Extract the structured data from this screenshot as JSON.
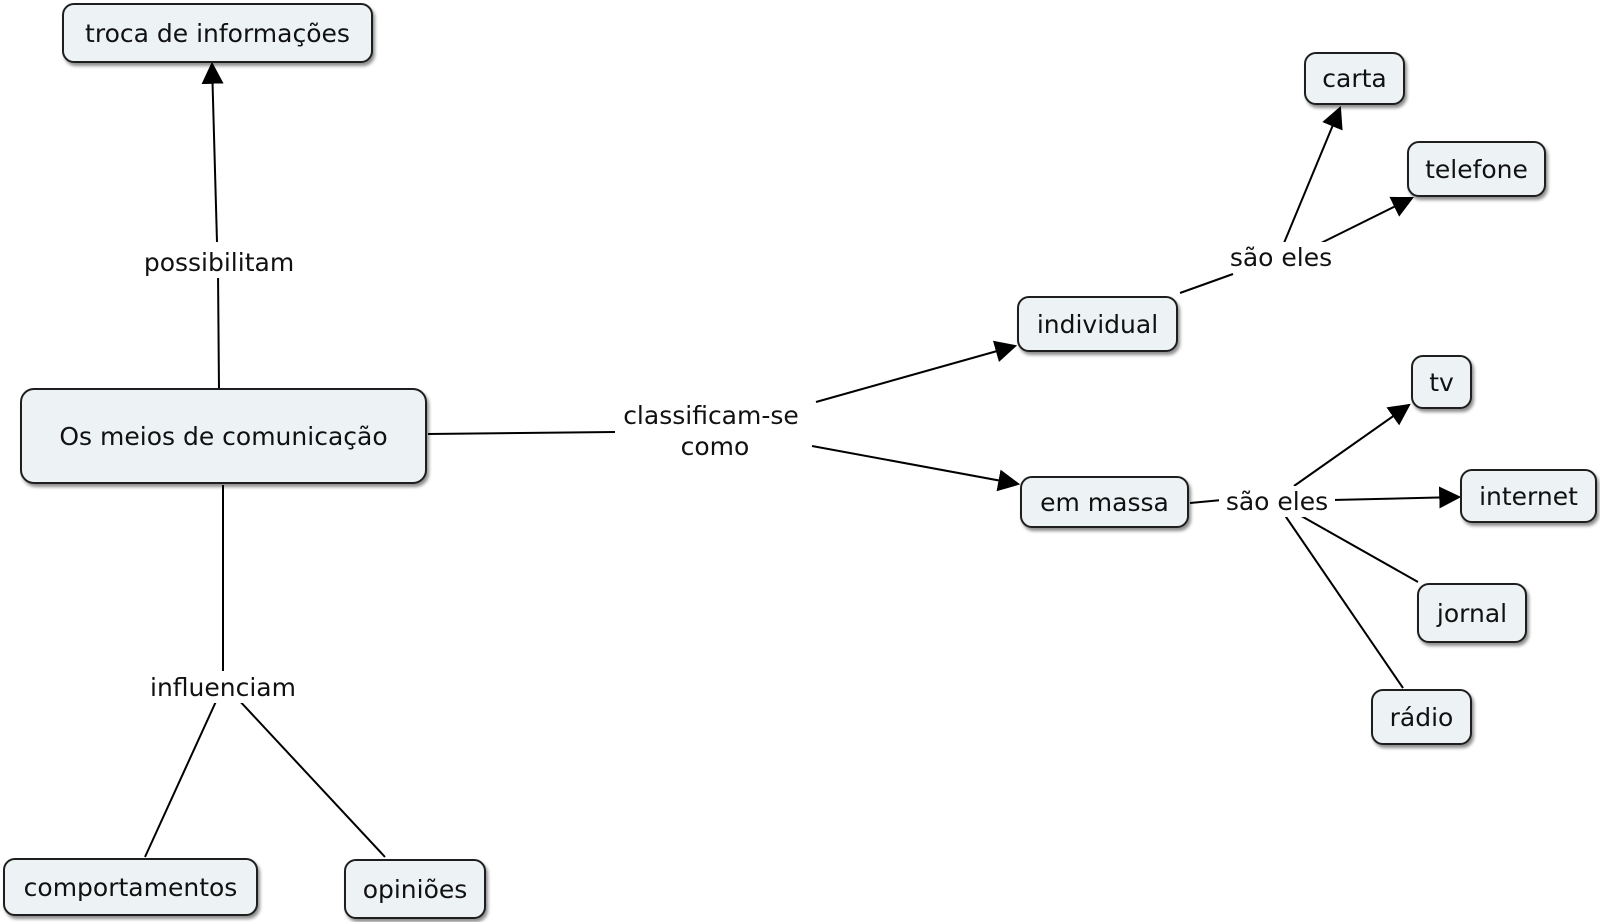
{
  "diagram": {
    "nodes": {
      "meios": "Os meios de comunicação",
      "troca": "troca de informações",
      "individual": "individual",
      "massa": "em massa",
      "carta": "carta",
      "telefone": "telefone",
      "tv": "tv",
      "internet": "internet",
      "jornal": "jornal",
      "radio": "rádio",
      "comportamentos": "comportamentos",
      "opinioes": "opiniões"
    },
    "links": {
      "possibilitam": "possibilitam",
      "classificam_1": "classificam-se",
      "classificam_2": "como",
      "sao_eles_individual": "são eles",
      "sao_eles_massa": "são eles",
      "influenciam": "influenciam"
    },
    "colors": {
      "node_fill": "#edf3f5",
      "node_border": "#1e1e1e",
      "line": "#000000"
    }
  }
}
